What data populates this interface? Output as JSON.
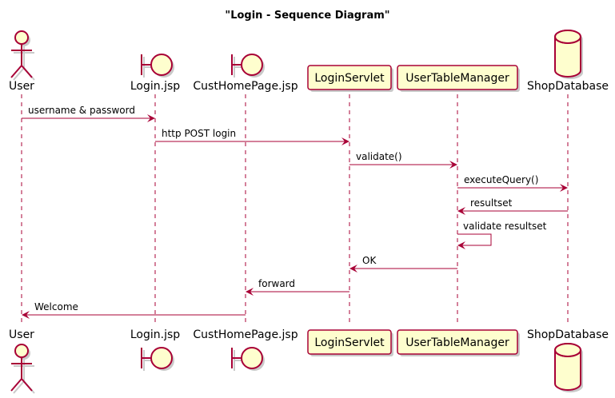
{
  "diagram": {
    "title": "\"Login - Sequence Diagram\"",
    "participants": [
      {
        "id": "user",
        "label": "User",
        "kind": "actor"
      },
      {
        "id": "login_jsp",
        "label": "Login.jsp",
        "kind": "boundary"
      },
      {
        "id": "cust_home",
        "label": "CustHomePage.jsp",
        "kind": "boundary"
      },
      {
        "id": "login_servlet",
        "label": "LoginServlet",
        "kind": "participant"
      },
      {
        "id": "user_table_manager",
        "label": "UserTableManager",
        "kind": "participant"
      },
      {
        "id": "shop_database",
        "label": "ShopDatabase",
        "kind": "database"
      }
    ],
    "messages": [
      {
        "from": "user",
        "to": "login_jsp",
        "label": "username & password"
      },
      {
        "from": "login_jsp",
        "to": "login_servlet",
        "label": "http POST login"
      },
      {
        "from": "login_servlet",
        "to": "user_table_manager",
        "label": "validate()"
      },
      {
        "from": "user_table_manager",
        "to": "shop_database",
        "label": "executeQuery()"
      },
      {
        "from": "shop_database",
        "to": "user_table_manager",
        "label": "resultset"
      },
      {
        "from": "user_table_manager",
        "to": "user_table_manager",
        "label": "validate resultset"
      },
      {
        "from": "user_table_manager",
        "to": "login_servlet",
        "label": "OK"
      },
      {
        "from": "login_servlet",
        "to": "cust_home",
        "label": "forward"
      },
      {
        "from": "cust_home",
        "to": "user",
        "label": "Welcome"
      }
    ]
  },
  "colors": {
    "stroke": "#a80036",
    "fill": "#fefece",
    "shadow": "#c9c9c9",
    "text": "#000000"
  }
}
